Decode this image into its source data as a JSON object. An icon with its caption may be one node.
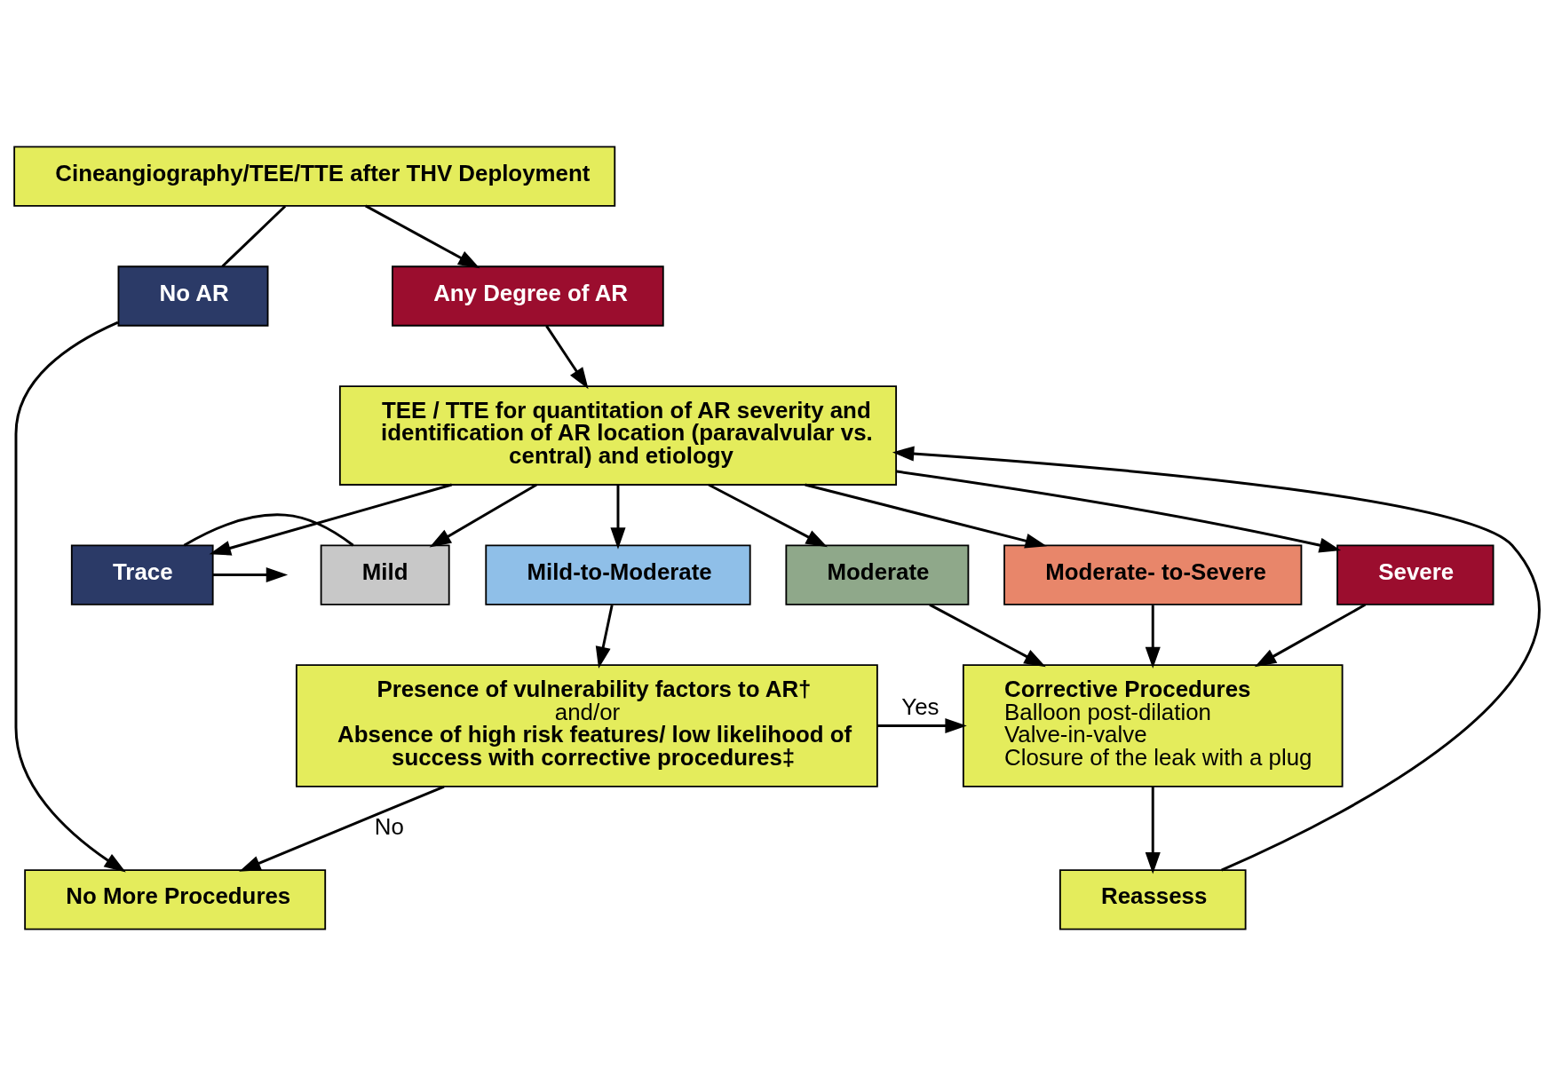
{
  "diagram": {
    "nodes": [
      {
        "text": [
          "Cineangiography/TEE/TTE after THV Deployment"
        ]
      },
      {
        "text": [
          "No AR"
        ]
      },
      {
        "text": [
          "Any Degree of AR"
        ]
      },
      {
        "text": [
          "TEE / TTE for quantitation of AR severity and identification of AR location (paravalvular vs. central) and etiology"
        ]
      },
      {
        "text": [
          "Trace"
        ]
      },
      {
        "text": [
          "Mild"
        ]
      },
      {
        "text": [
          "Mild-to-Moderate"
        ]
      },
      {
        "text": [
          "Moderate"
        ]
      },
      {
        "text": [
          "Moderate- to-Severe"
        ]
      },
      {
        "text": [
          "Severe"
        ]
      },
      {
        "text": [
          "Presence of vulnerability factors to AR†",
          "and/or",
          "Absence of high risk features/ low likelihood of success with corrective procedures‡"
        ]
      },
      {
        "text": [
          "Corrective Procedures",
          "Balloon post-dilation",
          "Valve-in-valve",
          "Closure of the leak with a plug"
        ]
      },
      {
        "text": [
          "No More Procedures"
        ]
      },
      {
        "text": [
          "Reassess"
        ]
      }
    ],
    "edges": [
      {
        "from": 0,
        "to": 1,
        "arrow": "none"
      },
      {
        "from": 1,
        "to": 12,
        "arrow": "to"
      },
      {
        "from": 0,
        "to": 2,
        "arrow": "to"
      },
      {
        "from": 2,
        "to": 3,
        "arrow": "to"
      },
      {
        "from": 3,
        "to": 4,
        "arrow": "to"
      },
      {
        "from": 3,
        "to": 5,
        "arrow": "to"
      },
      {
        "from": 3,
        "to": 6,
        "arrow": "to"
      },
      {
        "from": 3,
        "to": 7,
        "arrow": "to"
      },
      {
        "from": 3,
        "to": 8,
        "arrow": "to"
      },
      {
        "from": 3,
        "to": 9,
        "arrow": "to"
      },
      {
        "from": 5,
        "to": 4,
        "arrow": "none"
      },
      {
        "from": 4,
        "to": null,
        "arrow": "to"
      },
      {
        "from": 6,
        "to": 10,
        "arrow": "to"
      },
      {
        "from": 7,
        "to": 11,
        "arrow": "to"
      },
      {
        "from": 8,
        "to": 11,
        "arrow": "to"
      },
      {
        "from": 9,
        "to": 11,
        "arrow": "to"
      },
      {
        "from": 10,
        "to": 11,
        "arrow": "to",
        "label": "Yes"
      },
      {
        "from": 10,
        "to": 12,
        "arrow": "to",
        "label": "No"
      },
      {
        "from": 11,
        "to": 13,
        "arrow": "to"
      },
      {
        "from": 13,
        "to": 3,
        "arrow": "to"
      }
    ]
  }
}
